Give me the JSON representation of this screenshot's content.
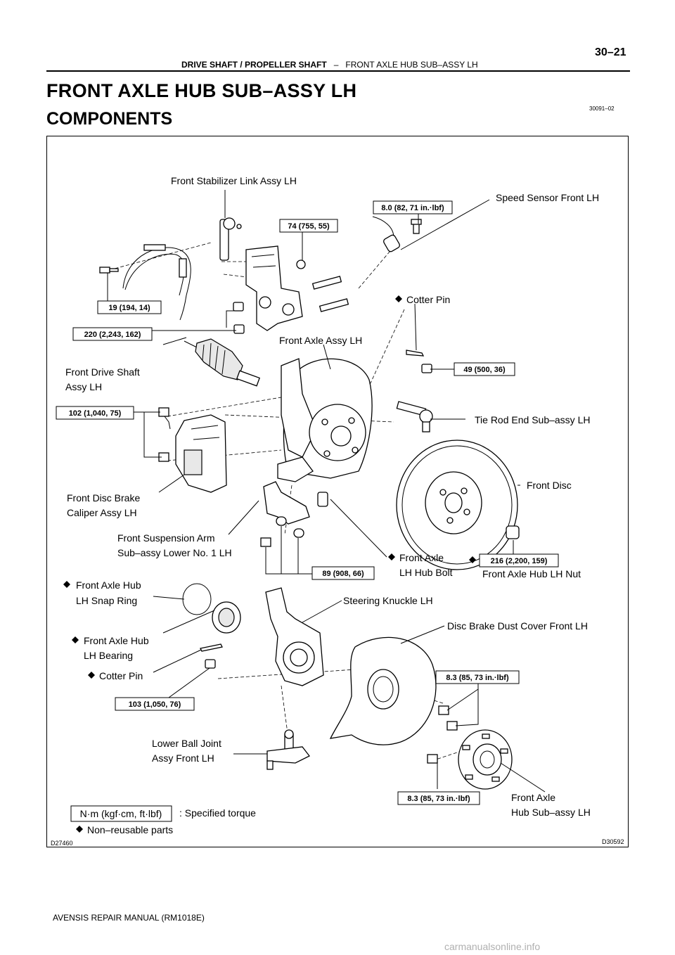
{
  "header": {
    "section": "DRIVE SHAFT / PROPELLER SHAFT",
    "separator": "–",
    "subsection": "FRONT AXLE HUB SUB–ASSY LH",
    "page_number": "30–21"
  },
  "title": "FRONT AXLE HUB SUB–ASSY LH",
  "section_title": "COMPONENTS",
  "ref_code": "30091–02",
  "diagram": {
    "code_left": "D27460",
    "code_right": "D30592",
    "labels": {
      "stabilizer_link": "Front Stabilizer Link Assy LH",
      "speed_sensor": "Speed Sensor Front LH",
      "cotter_pin_top": "Cotter Pin",
      "front_axle_assy": "Front Axle Assy LH",
      "drive_shaft_1": "Front Drive Shaft",
      "drive_shaft_2": "Assy LH",
      "tie_rod_end": "Tie Rod End Sub–assy LH",
      "front_disc": "Front Disc",
      "caliper_1": "Front Disc Brake",
      "caliper_2": "Caliper Assy LH",
      "susp_arm_1": "Front Suspension Arm",
      "susp_arm_2": "Sub–assy Lower No. 1 LH",
      "hub_bolt_1": "Front Axle",
      "hub_bolt_2": "LH Hub Bolt",
      "hub_nut": "Front Axle Hub LH Nut",
      "snap_ring_1": "Front Axle Hub",
      "snap_ring_2": "LH Snap Ring",
      "knuckle": "Steering Knuckle LH",
      "dust_cover": "Disc Brake Dust Cover Front LH",
      "bearing_1": "Front Axle Hub",
      "bearing_2": "LH Bearing",
      "cotter_pin_bottom": "Cotter Pin",
      "ball_joint_1": "Lower Ball Joint",
      "ball_joint_2": "Assy Front LH",
      "hub_assy_1": "Front Axle",
      "hub_assy_2": "Hub Sub–assy LH"
    },
    "torques": {
      "t74": "74 (755, 55)",
      "t8_0": "8.0 (82, 71 in.·lbf)",
      "t19": "19 (194, 14)",
      "t220": "220 (2,243, 162)",
      "t49": "49 (500, 36)",
      "t102": "102  (1,040, 75)",
      "t216": "216 (2,200, 159)",
      "t89": "89 (908, 66)",
      "t8_3a": "8.3 (85, 73 in.·lbf)",
      "t103": "103 (1,050, 76)",
      "t8_3b": "8.3 (85, 73 in.·lbf)"
    },
    "legend": {
      "unit": "N·m (kgf·cm, ft·lbf)",
      "specified": ": Specified torque",
      "nonreusable": "Non–reusable parts"
    }
  },
  "footer": "AVENSIS REPAIR MANUAL   (RM1018E)",
  "watermark": "carmanualsonline.info"
}
